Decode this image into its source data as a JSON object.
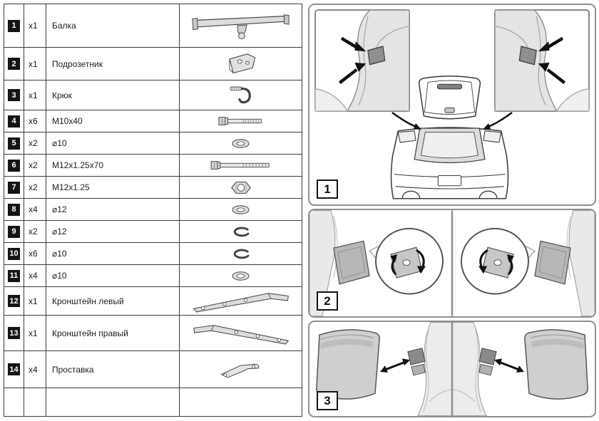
{
  "parts_table": {
    "rows": [
      {
        "num": "1",
        "qty": "x1",
        "name": "Балка",
        "icon": "#icon-beam"
      },
      {
        "num": "2",
        "qty": "x1",
        "name": "Подрозетник",
        "icon": "#icon-socket"
      },
      {
        "num": "3",
        "qty": "x1",
        "name": "Крюк",
        "icon": "#icon-hook"
      },
      {
        "num": "4",
        "qty": "x6",
        "name": "M10x40",
        "icon": "#icon-bolt"
      },
      {
        "num": "5",
        "qty": "x2",
        "name": "⌀10",
        "icon": "#icon-washer"
      },
      {
        "num": "6",
        "qty": "x2",
        "name": "M12x1.25x70",
        "icon": "#icon-long-bolt"
      },
      {
        "num": "7",
        "qty": "x2",
        "name": "M12x1.25",
        "icon": "#icon-nut"
      },
      {
        "num": "8",
        "qty": "x4",
        "name": "⌀12",
        "icon": "#icon-washer"
      },
      {
        "num": "9",
        "qty": "x2",
        "name": "⌀12",
        "icon": "#icon-spring-washer"
      },
      {
        "num": "10",
        "qty": "x6",
        "name": "⌀10",
        "icon": "#icon-spring-washer"
      },
      {
        "num": "11",
        "qty": "x4",
        "name": "⌀10",
        "icon": "#icon-washer"
      },
      {
        "num": "12",
        "qty": "x1",
        "name": "Кронштейн левый",
        "icon": "#icon-bracket-left"
      },
      {
        "num": "13",
        "qty": "x1",
        "name": "Кронштейн правый",
        "icon": "#icon-bracket-right"
      },
      {
        "num": "14",
        "qty": "x4",
        "name": "Проставка",
        "icon": "#icon-spacer"
      }
    ]
  },
  "steps": [
    {
      "label": "1"
    },
    {
      "label": "2"
    },
    {
      "label": "3"
    }
  ],
  "colors": {
    "table_line": "#3c3c3c",
    "badge_bg": "#141414",
    "panel_border": "#8f8f8f",
    "illustration_fill": "#d9d9d9"
  }
}
